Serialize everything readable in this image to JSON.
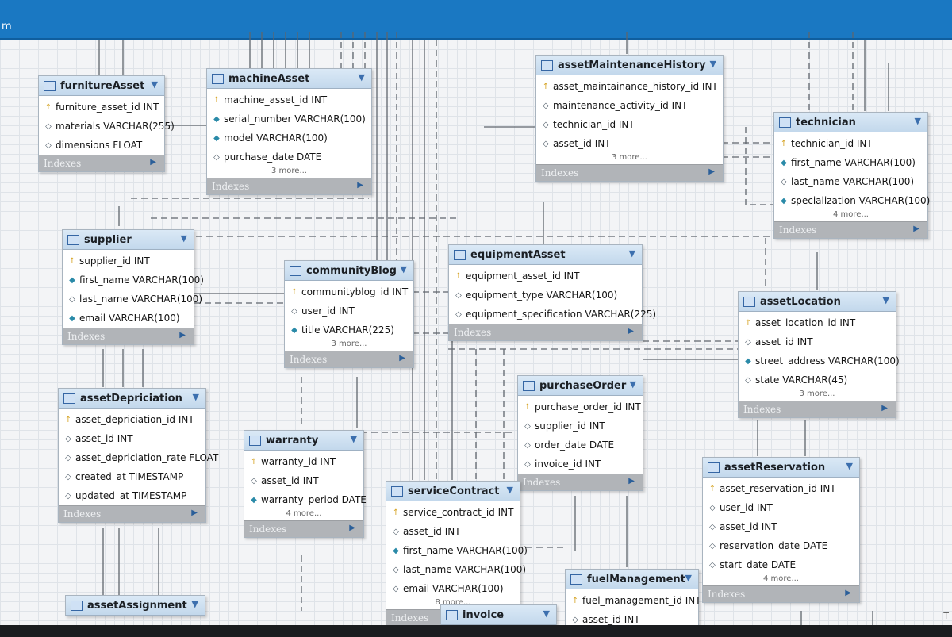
{
  "window": {
    "title_fragment": "m"
  },
  "right_edge_char": "T",
  "colors": {
    "header_bar": "#1a78c2",
    "table_header": "#c3d8ec",
    "indexes_footer": "#b1b4b8",
    "primary_key_icon": "#d7a62a"
  },
  "tables": [
    {
      "name": "furnitureAsset",
      "indexes_label": "Indexes",
      "more": "",
      "columns": [
        {
          "text": "furniture_asset_id INT",
          "icon": "pk"
        },
        {
          "text": "materials VARCHAR(255)",
          "icon": "null"
        },
        {
          "text": "dimensions FLOAT",
          "icon": "null"
        }
      ]
    },
    {
      "name": "machineAsset",
      "indexes_label": "Indexes",
      "more": "3 more...",
      "columns": [
        {
          "text": "machine_asset_id INT",
          "icon": "pk"
        },
        {
          "text": "serial_number VARCHAR(100)",
          "icon": "nn"
        },
        {
          "text": "model VARCHAR(100)",
          "icon": "nn"
        },
        {
          "text": "purchase_date DATE",
          "icon": "null"
        }
      ]
    },
    {
      "name": "assetMaintenanceHistory",
      "indexes_label": "Indexes",
      "more": "3 more...",
      "columns": [
        {
          "text": "asset_maintainance_history_id INT",
          "icon": "pk"
        },
        {
          "text": "maintenance_activity_id INT",
          "icon": "null"
        },
        {
          "text": "technician_id INT",
          "icon": "null"
        },
        {
          "text": "asset_id INT",
          "icon": "null"
        }
      ]
    },
    {
      "name": "technician",
      "indexes_label": "Indexes",
      "more": "4 more...",
      "columns": [
        {
          "text": "technician_id INT",
          "icon": "pk"
        },
        {
          "text": "first_name VARCHAR(100)",
          "icon": "nn"
        },
        {
          "text": "last_name VARCHAR(100)",
          "icon": "null"
        },
        {
          "text": "specialization VARCHAR(100)",
          "icon": "nn"
        }
      ]
    },
    {
      "name": "supplier",
      "indexes_label": "Indexes",
      "more": "",
      "columns": [
        {
          "text": "supplier_id INT",
          "icon": "pk"
        },
        {
          "text": "first_name VARCHAR(100)",
          "icon": "nn"
        },
        {
          "text": "last_name VARCHAR(100)",
          "icon": "null"
        },
        {
          "text": "email VARCHAR(100)",
          "icon": "nn"
        }
      ]
    },
    {
      "name": "communityBlog",
      "indexes_label": "Indexes",
      "more": "3 more...",
      "columns": [
        {
          "text": "communityblog_id INT",
          "icon": "pk"
        },
        {
          "text": "user_id INT",
          "icon": "null"
        },
        {
          "text": "title VARCHAR(225)",
          "icon": "nn"
        }
      ]
    },
    {
      "name": "equipmentAsset",
      "indexes_label": "Indexes",
      "more": "",
      "columns": [
        {
          "text": "equipment_asset_id INT",
          "icon": "pk"
        },
        {
          "text": "equipment_type VARCHAR(100)",
          "icon": "null"
        },
        {
          "text": "equipment_specification VARCHAR(225)",
          "icon": "null"
        }
      ]
    },
    {
      "name": "assetLocation",
      "indexes_label": "Indexes",
      "more": "3 more...",
      "columns": [
        {
          "text": "asset_location_id INT",
          "icon": "pk"
        },
        {
          "text": "asset_id INT",
          "icon": "null"
        },
        {
          "text": "street_address VARCHAR(100)",
          "icon": "nn"
        },
        {
          "text": "state VARCHAR(45)",
          "icon": "null"
        }
      ]
    },
    {
      "name": "assetDepriciation",
      "indexes_label": "Indexes",
      "more": "",
      "columns": [
        {
          "text": "asset_depriciation_id INT",
          "icon": "pk"
        },
        {
          "text": "asset_id INT",
          "icon": "null"
        },
        {
          "text": "asset_depriciation_rate FLOAT",
          "icon": "null"
        },
        {
          "text": "created_at TIMESTAMP",
          "icon": "null"
        },
        {
          "text": "updated_at TIMESTAMP",
          "icon": "null"
        }
      ]
    },
    {
      "name": "purchaseOrder",
      "indexes_label": "Indexes",
      "more": "",
      "columns": [
        {
          "text": "purchase_order_id INT",
          "icon": "pk"
        },
        {
          "text": "supplier_id INT",
          "icon": "null"
        },
        {
          "text": "order_date DATE",
          "icon": "null"
        },
        {
          "text": "invoice_id INT",
          "icon": "null"
        }
      ]
    },
    {
      "name": "warranty",
      "indexes_label": "Indexes",
      "more": "4 more...",
      "columns": [
        {
          "text": "warranty_id INT",
          "icon": "pk"
        },
        {
          "text": "asset_id INT",
          "icon": "null"
        },
        {
          "text": "warranty_period DATE",
          "icon": "nn"
        }
      ]
    },
    {
      "name": "assetReservation",
      "indexes_label": "Indexes",
      "more": "4 more...",
      "columns": [
        {
          "text": "asset_reservation_id INT",
          "icon": "pk"
        },
        {
          "text": "user_id INT",
          "icon": "null"
        },
        {
          "text": "asset_id INT",
          "icon": "null"
        },
        {
          "text": "reservation_date DATE",
          "icon": "null"
        },
        {
          "text": "start_date DATE",
          "icon": "null"
        }
      ]
    },
    {
      "name": "serviceContract",
      "indexes_label": "Indexes",
      "more": "8 more...",
      "columns": [
        {
          "text": "service_contract_id INT",
          "icon": "pk"
        },
        {
          "text": "asset_id INT",
          "icon": "null"
        },
        {
          "text": "first_name VARCHAR(100)",
          "icon": "nn"
        },
        {
          "text": "last_name VARCHAR(100)",
          "icon": "null"
        },
        {
          "text": "email VARCHAR(100)",
          "icon": "null"
        }
      ]
    },
    {
      "name": "fuelManagement",
      "indexes_label": "",
      "more": "",
      "columns": [
        {
          "text": "fuel_management_id INT",
          "icon": "pk"
        },
        {
          "text": "asset_id INT",
          "icon": "null"
        }
      ]
    },
    {
      "name": "assetAssignment",
      "indexes_label": "",
      "more": "",
      "columns": []
    },
    {
      "name": "invoice",
      "indexes_label": "",
      "more": "",
      "columns": []
    }
  ]
}
